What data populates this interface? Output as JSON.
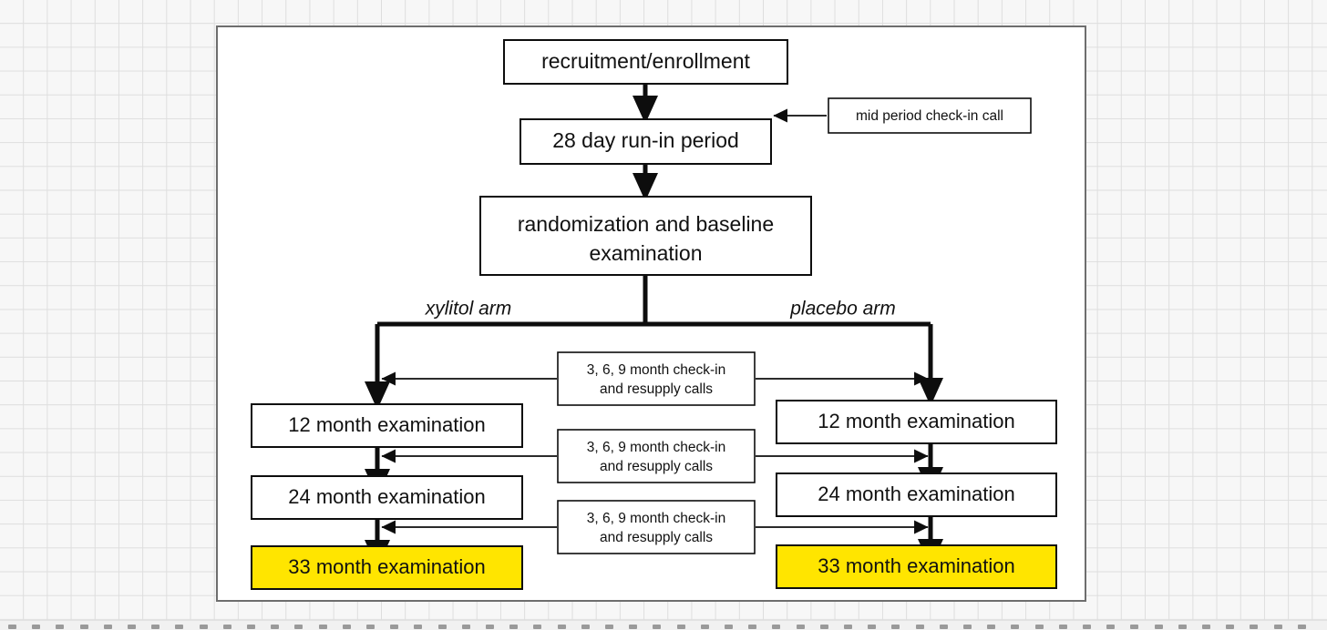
{
  "canvas": {
    "background_color": "#f7f7f7",
    "grid_line_color": "#dedede",
    "paper_color": "#ffffff",
    "paper_border_color": "#6e6e6e"
  },
  "diagram": {
    "type": "flowchart",
    "title": "xylitol vs placebo clinical trial participant flow",
    "highlight_color": "#FFE500",
    "line_color": "#0d0d0d"
  },
  "nodes": {
    "recruitment": {
      "label": "recruitment/enrollment"
    },
    "runin": {
      "label": "28 day run-in period"
    },
    "mid_call": {
      "label": "mid period check-in call"
    },
    "randomization": {
      "line1": "randomization and baseline",
      "line2": "examination"
    },
    "arm_left": {
      "label": "xylitol arm"
    },
    "arm_right": {
      "label": "placebo arm"
    },
    "call_1": {
      "line1": "3, 6, 9 month check-in",
      "line2": "and resupply calls"
    },
    "call_2": {
      "line1": "3, 6, 9 month check-in",
      "line2": "and resupply calls"
    },
    "call_3": {
      "line1": "3, 6, 9 month check-in",
      "line2": "and resupply calls"
    },
    "left_12": {
      "label": "12 month examination"
    },
    "left_24": {
      "label": "24 month examination"
    },
    "left_33": {
      "label": "33 month examination"
    },
    "right_12": {
      "label": "12 month examination"
    },
    "right_24": {
      "label": "24 month examination"
    },
    "right_33": {
      "label": "33 month examination"
    }
  },
  "ruler": {
    "tick_count": 55,
    "tick_spacing": 26.2
  }
}
